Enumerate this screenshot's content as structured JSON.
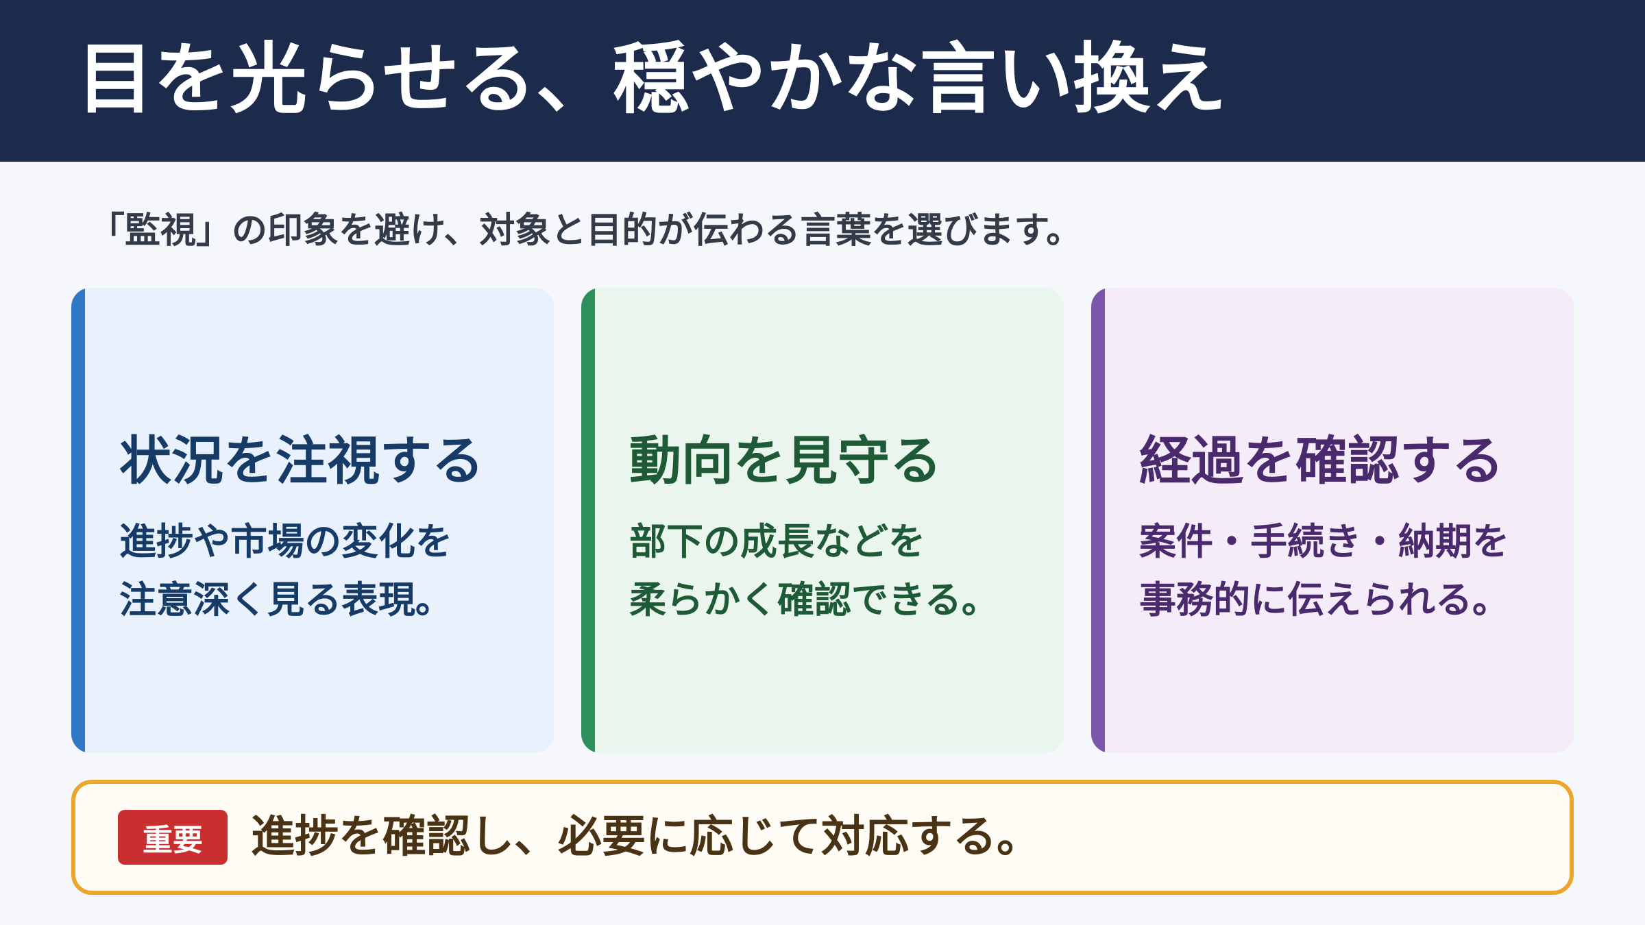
{
  "header": {
    "title": "目を光らせる、穏やかな言い換え",
    "background": "#1c2a4c"
  },
  "subtitle": "「監視」の印象を避け、対象と目的が伝わる言葉を選びます。",
  "cards": [
    {
      "title": "状況を注視する",
      "lines": [
        "進捗や市場の変化を",
        "注意深く見る表現。"
      ],
      "accent": "#2f78c8"
    },
    {
      "title": "動向を見守る",
      "lines": [
        "部下の成長などを",
        "柔らかく確認できる。"
      ],
      "accent": "#2f8f5b"
    },
    {
      "title": "経過を確認する",
      "lines": [
        "案件・手続き・納期を",
        "事務的に伝えられる。"
      ],
      "accent": "#7b55a8"
    }
  ],
  "note": {
    "badge": "重要",
    "text": "進捗を確認し、必要に応じて対応する。",
    "border": "#eaa72c",
    "badge_color": "#c92f2f"
  }
}
